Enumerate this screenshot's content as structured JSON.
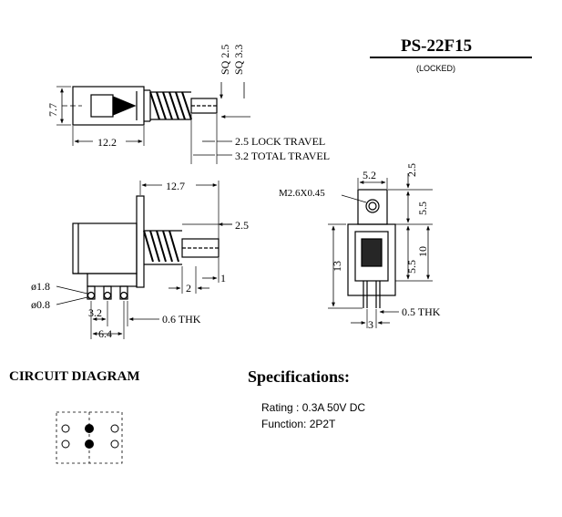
{
  "title": "PS-22F15",
  "subtitle": "(LOCKED)",
  "top_view": {
    "sq_labels": [
      "SQ 2.5",
      "SQ 3.3"
    ],
    "height": "7.7",
    "width": "12.2",
    "lock_travel": "2.5 LOCK TRAVEL",
    "total_travel": "3.2 TOTAL TRAVEL"
  },
  "side_view": {
    "length": "12.7",
    "plunger": "2.5",
    "hole_outer": "ø1.8",
    "hole_inner": "ø0.8",
    "dim_1": "1",
    "dim_2": "2",
    "pin_pitch": "3.2",
    "thickness": "0.6 THK",
    "pin_span": "6.4"
  },
  "end_view": {
    "screw": "M2.6X0.45",
    "top_width": "5.2",
    "top_offset": "2.5",
    "upper_5_5": "5.5",
    "lower_5_5": "5.5",
    "height_13": "13",
    "height_10": "10",
    "thickness": "0.5 THK",
    "pin_width": "3"
  },
  "circuit": {
    "heading": "CIRCUIT DIAGRAM"
  },
  "specifications": {
    "heading": "Specifications:",
    "lines": [
      "Rating : 0.3A 50V DC",
      "Function: 2P2T"
    ]
  }
}
